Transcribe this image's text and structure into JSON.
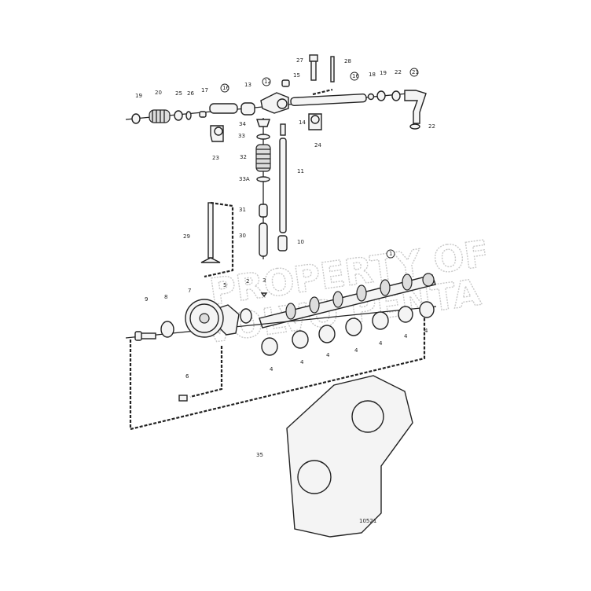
{
  "diagram": {
    "watermark_line1": "PROPERTY OF",
    "watermark_line2": "VOLVO PENTA",
    "reference_number": "10521",
    "labels": {
      "p19a": "19",
      "p20": "20",
      "p25": "25",
      "p26": "26",
      "p17": "17",
      "p16a": "16",
      "p13": "13",
      "p12": "12",
      "p15": "15",
      "p27": "27",
      "p28": "28",
      "p16b": "16",
      "p18": "18",
      "p19b": "19",
      "p22a": "22",
      "p21": "21",
      "p22b": "22",
      "p34": "34",
      "p14": "14",
      "p33": "33",
      "p24": "24",
      "p23": "23",
      "p32": "32",
      "p11": "11",
      "p33a": "33A",
      "p31": "31",
      "p29": "29",
      "p30": "30",
      "p10": "10",
      "p1": "1",
      "p5": "5",
      "p2": "2",
      "p3": "3",
      "p7": "7",
      "p8": "8",
      "p9": "9",
      "p4": "4",
      "p6": "6",
      "p35": "35"
    }
  }
}
